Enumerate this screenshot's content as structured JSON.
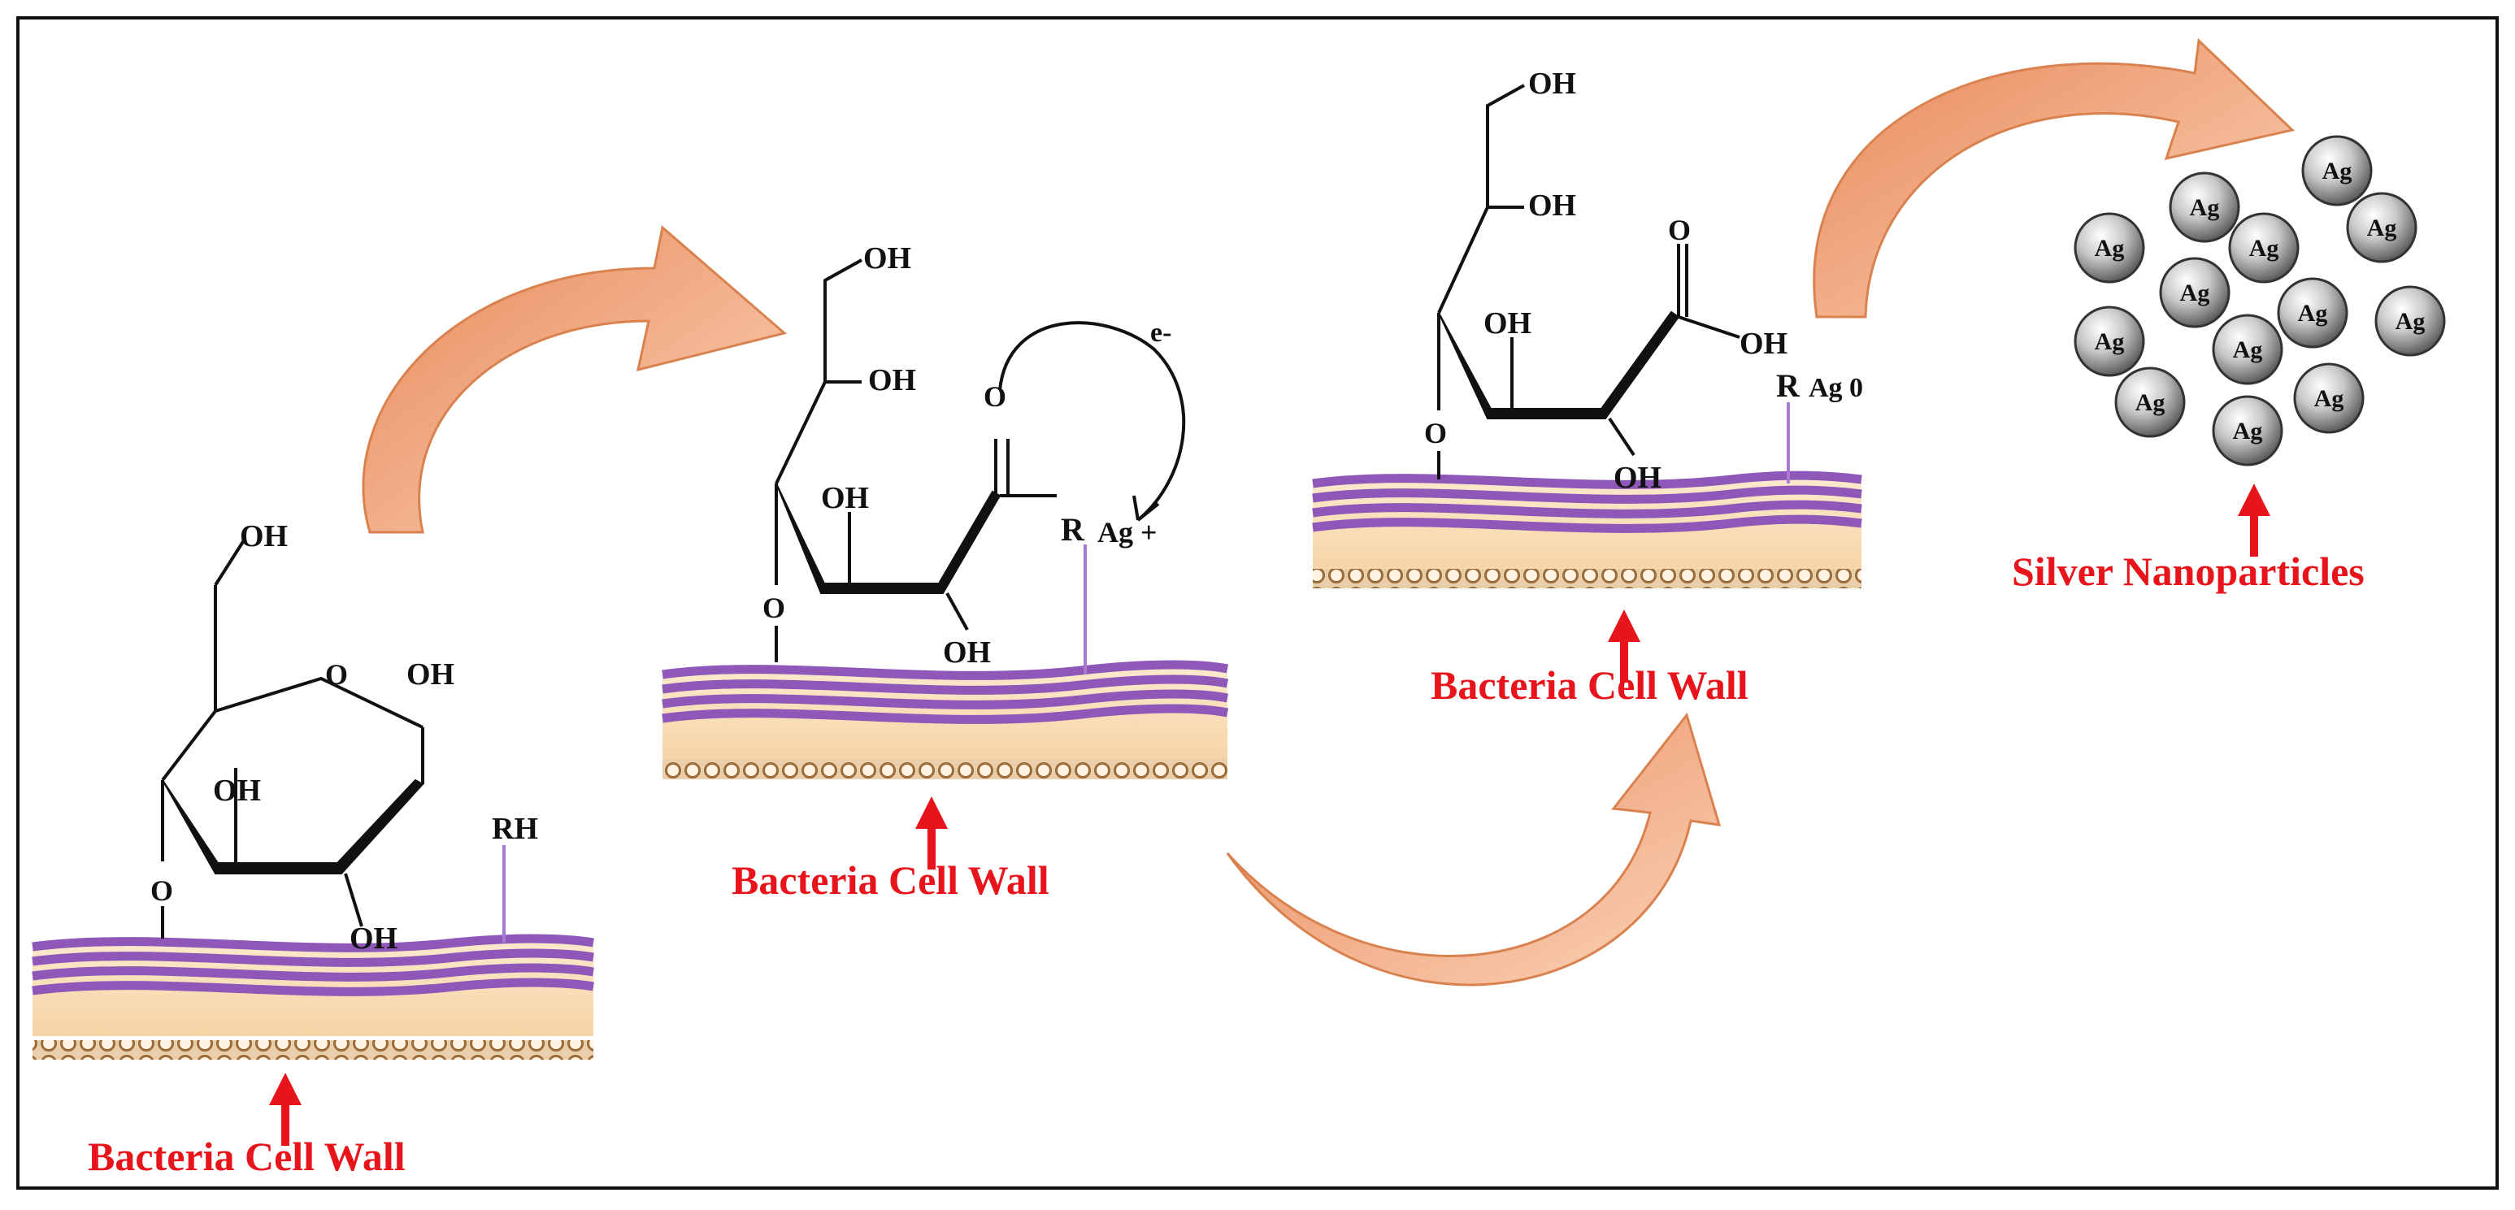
{
  "labels": {
    "cell_wall": "Bacteria Cell Wall",
    "nanoparticles": "Silver Nanoparticles"
  },
  "stage1": {
    "oh_top": "OH",
    "ring_o": "O",
    "oh_right": "OH",
    "oh_mid": "OH",
    "oh_bottom": "OH",
    "linker_o": "O",
    "rh": "RH"
  },
  "stage2": {
    "oh_top1": "OH",
    "oh_top2": "OH",
    "carbonyl_o": "O",
    "oh_mid": "OH",
    "oh_bottom": "OH",
    "linker_o": "O",
    "r": "R",
    "ag_ion": "Ag +",
    "electron": "e-"
  },
  "stage3": {
    "oh_top1": "OH",
    "oh_top2": "OH",
    "carbonyl_o": "O",
    "oh_mid": "OH",
    "oh_bottom": "OH",
    "oh_acid": "OH",
    "linker_o": "O",
    "r": "R",
    "ag_zero": "Ag 0"
  },
  "particles": {
    "label": "Ag",
    "count": 13
  },
  "colors": {
    "label_red": "#e8141b",
    "membrane_purple": "#8e57b8",
    "membrane_cream": "#fbe3bf",
    "membrane_brown": "#c4905e",
    "arrow_fill": "#f2a476",
    "sphere_dark": "#555555",
    "sphere_light": "#f4f4f4"
  }
}
